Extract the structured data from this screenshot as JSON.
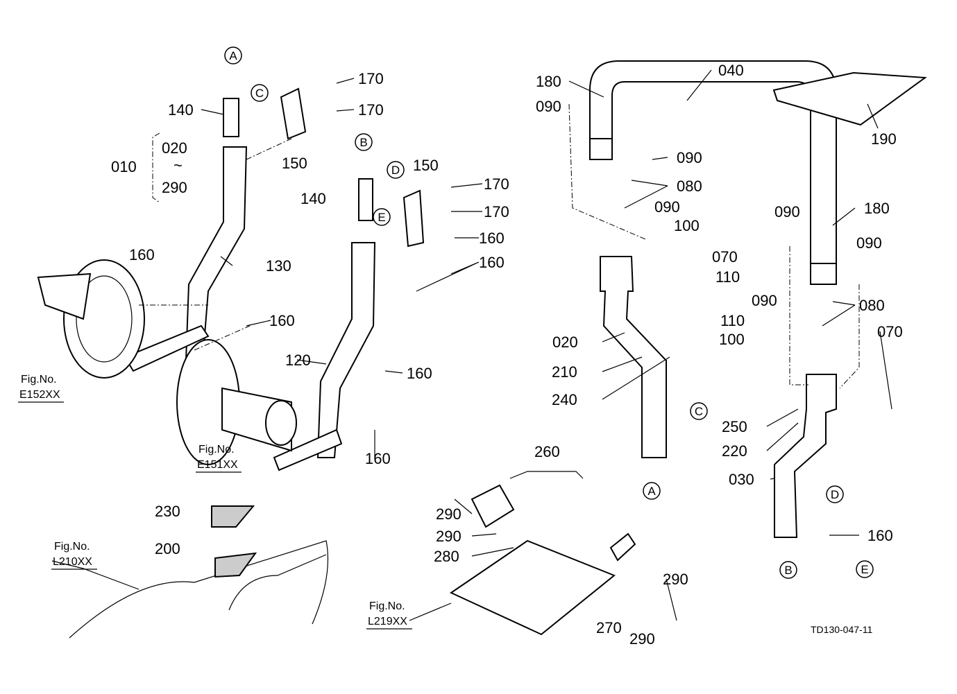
{
  "drawing_number": "TD130-047-11",
  "callouts": [
    "140",
    "170",
    "170",
    "150",
    "010",
    "020",
    "290",
    "150",
    "170",
    "140",
    "170",
    "160",
    "160",
    "160",
    "130",
    "160",
    "120",
    "160",
    "160",
    "230",
    "200",
    "040",
    "180",
    "090",
    "190",
    "090",
    "080",
    "090",
    "180",
    "100",
    "090",
    "090",
    "070",
    "110",
    "090",
    "080",
    "110",
    "100",
    "070",
    "020",
    "210",
    "240",
    "250",
    "220",
    "030",
    "260",
    "290",
    "290",
    "280",
    "160",
    "290",
    "270",
    "290"
  ],
  "range_symbol": "~",
  "reference_letters": [
    "A",
    "C",
    "B",
    "D",
    "E",
    "C",
    "A",
    "D",
    "B",
    "E"
  ],
  "figure_refs": [
    {
      "prefix": "Fig.No.",
      "code": "E152XX"
    },
    {
      "prefix": "Fig.No.",
      "code": "E151XX"
    },
    {
      "prefix": "Fig.No.",
      "code": "L210XX"
    },
    {
      "prefix": "Fig.No.",
      "code": "L219XX"
    }
  ]
}
